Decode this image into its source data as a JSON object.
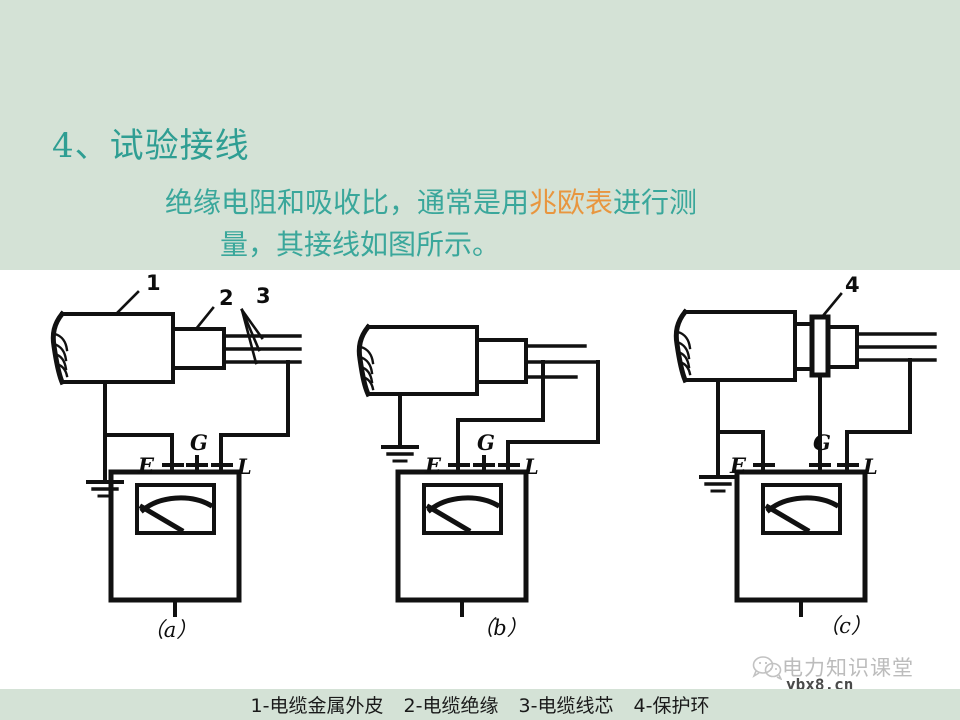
{
  "slide": {
    "title": "4、试验接线",
    "body_line1": "绝缘电阻和吸收比，通常是用",
    "body_highlight": "兆欧表",
    "body_line1_tail": "进行测",
    "body_line2": "量，其接线如图所示。",
    "title_color": "#2f9e93",
    "body_color": "#3aa79b",
    "highlight_color": "#e8963f",
    "header_bg": "#d4e2d6",
    "page_bg": "#ffffff"
  },
  "figure": {
    "panels": [
      {
        "caption": "（a）",
        "callouts": [
          "1",
          "2",
          "3"
        ],
        "terminals": [
          "E",
          "G",
          "L"
        ]
      },
      {
        "caption": "（b）",
        "callouts": [],
        "terminals": [
          "E",
          "G",
          "L"
        ]
      },
      {
        "caption": "（c）",
        "callouts": [
          "4"
        ],
        "terminals": [
          "E",
          "G",
          "L"
        ]
      }
    ]
  },
  "legend": {
    "items": [
      "1-电缆金属外皮",
      "2-电缆绝缘",
      "3-电缆线芯",
      "4-保护环"
    ]
  },
  "watermark": {
    "icon": "wechat-icon",
    "name": "电力知识课堂",
    "url": "ybx8.cn"
  }
}
